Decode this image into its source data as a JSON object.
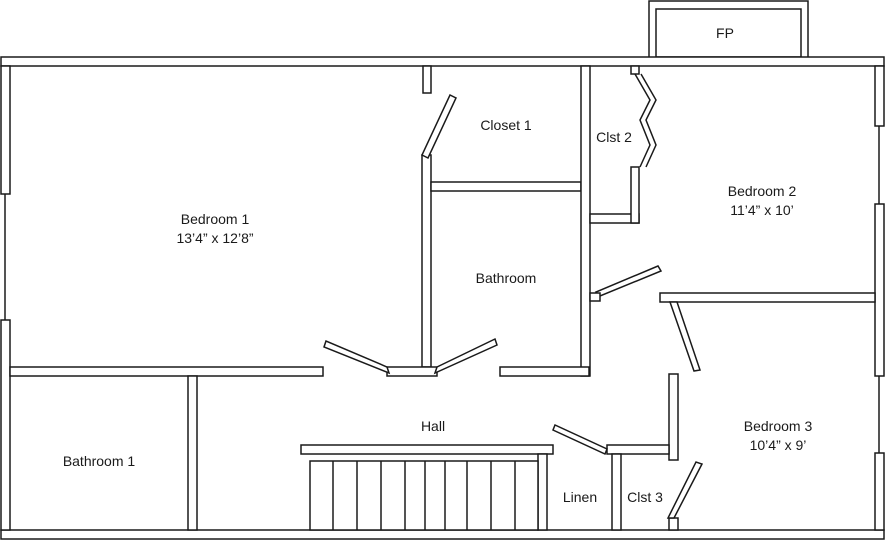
{
  "rooms": {
    "fp": {
      "name": "FP"
    },
    "bedroom1": {
      "name": "Bedroom 1",
      "size": "13’4” x 12’8”"
    },
    "closet1": {
      "name": "Closet 1"
    },
    "clst2": {
      "name": "Clst 2"
    },
    "bedroom2": {
      "name": "Bedroom 2",
      "size": "11’4” x 10’"
    },
    "bathroom": {
      "name": "Bathroom"
    },
    "hall": {
      "name": "Hall"
    },
    "bedroom3": {
      "name": "Bedroom 3",
      "size": "10’4” x 9’"
    },
    "bathroom1": {
      "name": "Bathroom 1"
    },
    "linen": {
      "name": "Linen"
    },
    "clst3": {
      "name": "Clst 3"
    }
  }
}
